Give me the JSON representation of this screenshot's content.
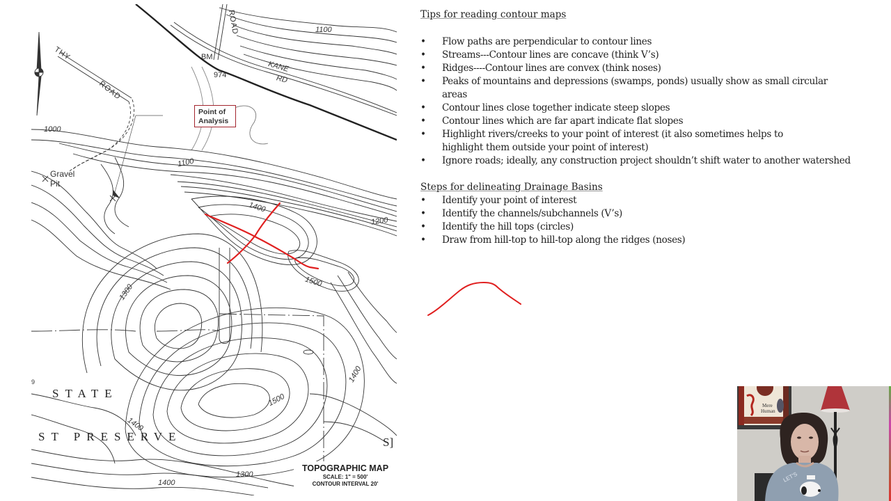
{
  "map": {
    "point_of_analysis_label": "Point of Analysis",
    "point_of_analysis_line1": "Point of",
    "point_of_analysis_line2": "Analysis",
    "legend": {
      "title": "TOPOGRAPHIC MAP",
      "scale": "SCALE: 1\" = 500'",
      "interval": "CONTOUR INTERVAL 20'"
    },
    "labels": {
      "road_thy": "THY",
      "road": "ROAD",
      "road2": "ROAD",
      "kane": "KANE",
      "rd": "RD",
      "bm": "BM",
      "elev974": "974",
      "c1100_top": "1100",
      "c1000": "1000",
      "c1100_mid": "1100",
      "c1200": "1200",
      "c1400_ridge": "1400",
      "c1500_ridge": "1500",
      "c1300": "1300",
      "c1400_right": "1400",
      "c1500_bottom": "1500",
      "c1400_bottom": "1400",
      "c1300_bottom": "1300",
      "c1400_low": "1400",
      "gravel": "Gravel",
      "pit": "Pit",
      "state": "STATE",
      "preserve": "ST PRESERVE",
      "st_right": "S]",
      "nine": "9"
    }
  },
  "notes": {
    "tips_heading": "Tips for reading contour maps",
    "tips": [
      "Flow paths are perpendicular to contour lines",
      "Streams---Contour lines are concave (think V’s)",
      "Ridges----Contour lines are convex (think noses)",
      "Peaks of mountains and depressions (swamps, ponds)  usually show as small circular areas",
      "Contour lines close together indicate steep slopes",
      "Contour lines which are far apart indicate flat slopes",
      "Highlight rivers/creeks to your point of interest (it also sometimes helps to highlight them outside your point of interest)",
      "Ignore roads; ideally, any construction project shouldn’t shift water to another watershed"
    ],
    "steps_heading": "Steps for delineating Drainage Basins",
    "steps": [
      "Identify your point of interest",
      "Identify the channels/subchannels (V’s)",
      "Identify the hill tops (circles)",
      "Draw from hill-top to hill-top along the ridges (noses)"
    ]
  },
  "annotation": {
    "ink_color": "#e02020"
  },
  "webcam": {
    "poster_text": "Mere Human",
    "shirt_text": "LET'S"
  }
}
